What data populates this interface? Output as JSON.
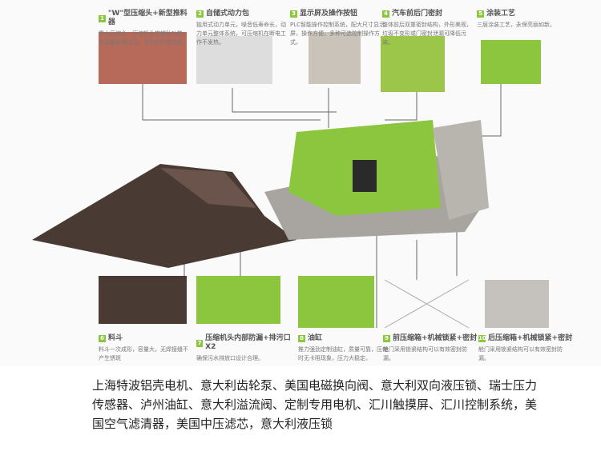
{
  "top_features": [
    {
      "num": "1",
      "title": "\"W\"型压缩头+新型推料器",
      "desc": "重大压缩仓，压缩机头带辅助功能，大容量装载垃圾，具有较好密封性。"
    },
    {
      "num": "2",
      "title": "自储式动力包",
      "desc": "独用式动力单元，噪音低寿命长，动力单元整体系统，可压缩机在断电工作不发热。"
    },
    {
      "num": "3",
      "title": "显示屏及操作按钮",
      "desc": "PLC智能操作控制系统，配大尺寸显示屏，操作方便，多种可选控制操作方式。"
    },
    {
      "num": "4",
      "title": "汽车前后门密封",
      "desc": "整体前后双重密封结构，外形美观，垃圾不变形或门密封泄漏可降低污染。"
    },
    {
      "num": "5",
      "title": "涂装工艺",
      "desc": "三层涂装工艺，永保亮丽如新。"
    }
  ],
  "bottom_features": [
    {
      "num": "6",
      "title": "料斗",
      "desc": "料斗一次成形，容量大，无焊接缝不产生锈斑"
    },
    {
      "num": "7",
      "title": "压缩机头内部防漏+排污口X2",
      "desc": "确保污水排放口设计合理。"
    },
    {
      "num": "8",
      "title": "油缸",
      "desc": "推力强劲定制油缸，质量可靠，压缩时无卡阻现象，压力大稳定。"
    },
    {
      "num": "9",
      "title": "前压缩箱+机械锁紧+密封",
      "desc": "舱门采用锁紧结构可以有效密封防漏。"
    },
    {
      "num": "10",
      "title": "后压缩箱+机械锁紧+密封",
      "desc": "舱门采用锁紧结构可以有效密封防漏。"
    }
  ],
  "description": "上海特波铝壳电机、意大利齿轮泵、美国电磁换向阀、意大利双向液压锁、瑞士压力传感器、泸州油缸、意大利溢流阀、定制专用电机、汇川触摸屏、汇川控制系统，美国空气滤清器，美国中压滤芯，意大利液压锁",
  "colors": {
    "accent": "#8cc63f",
    "body": "#a8a5a0"
  }
}
